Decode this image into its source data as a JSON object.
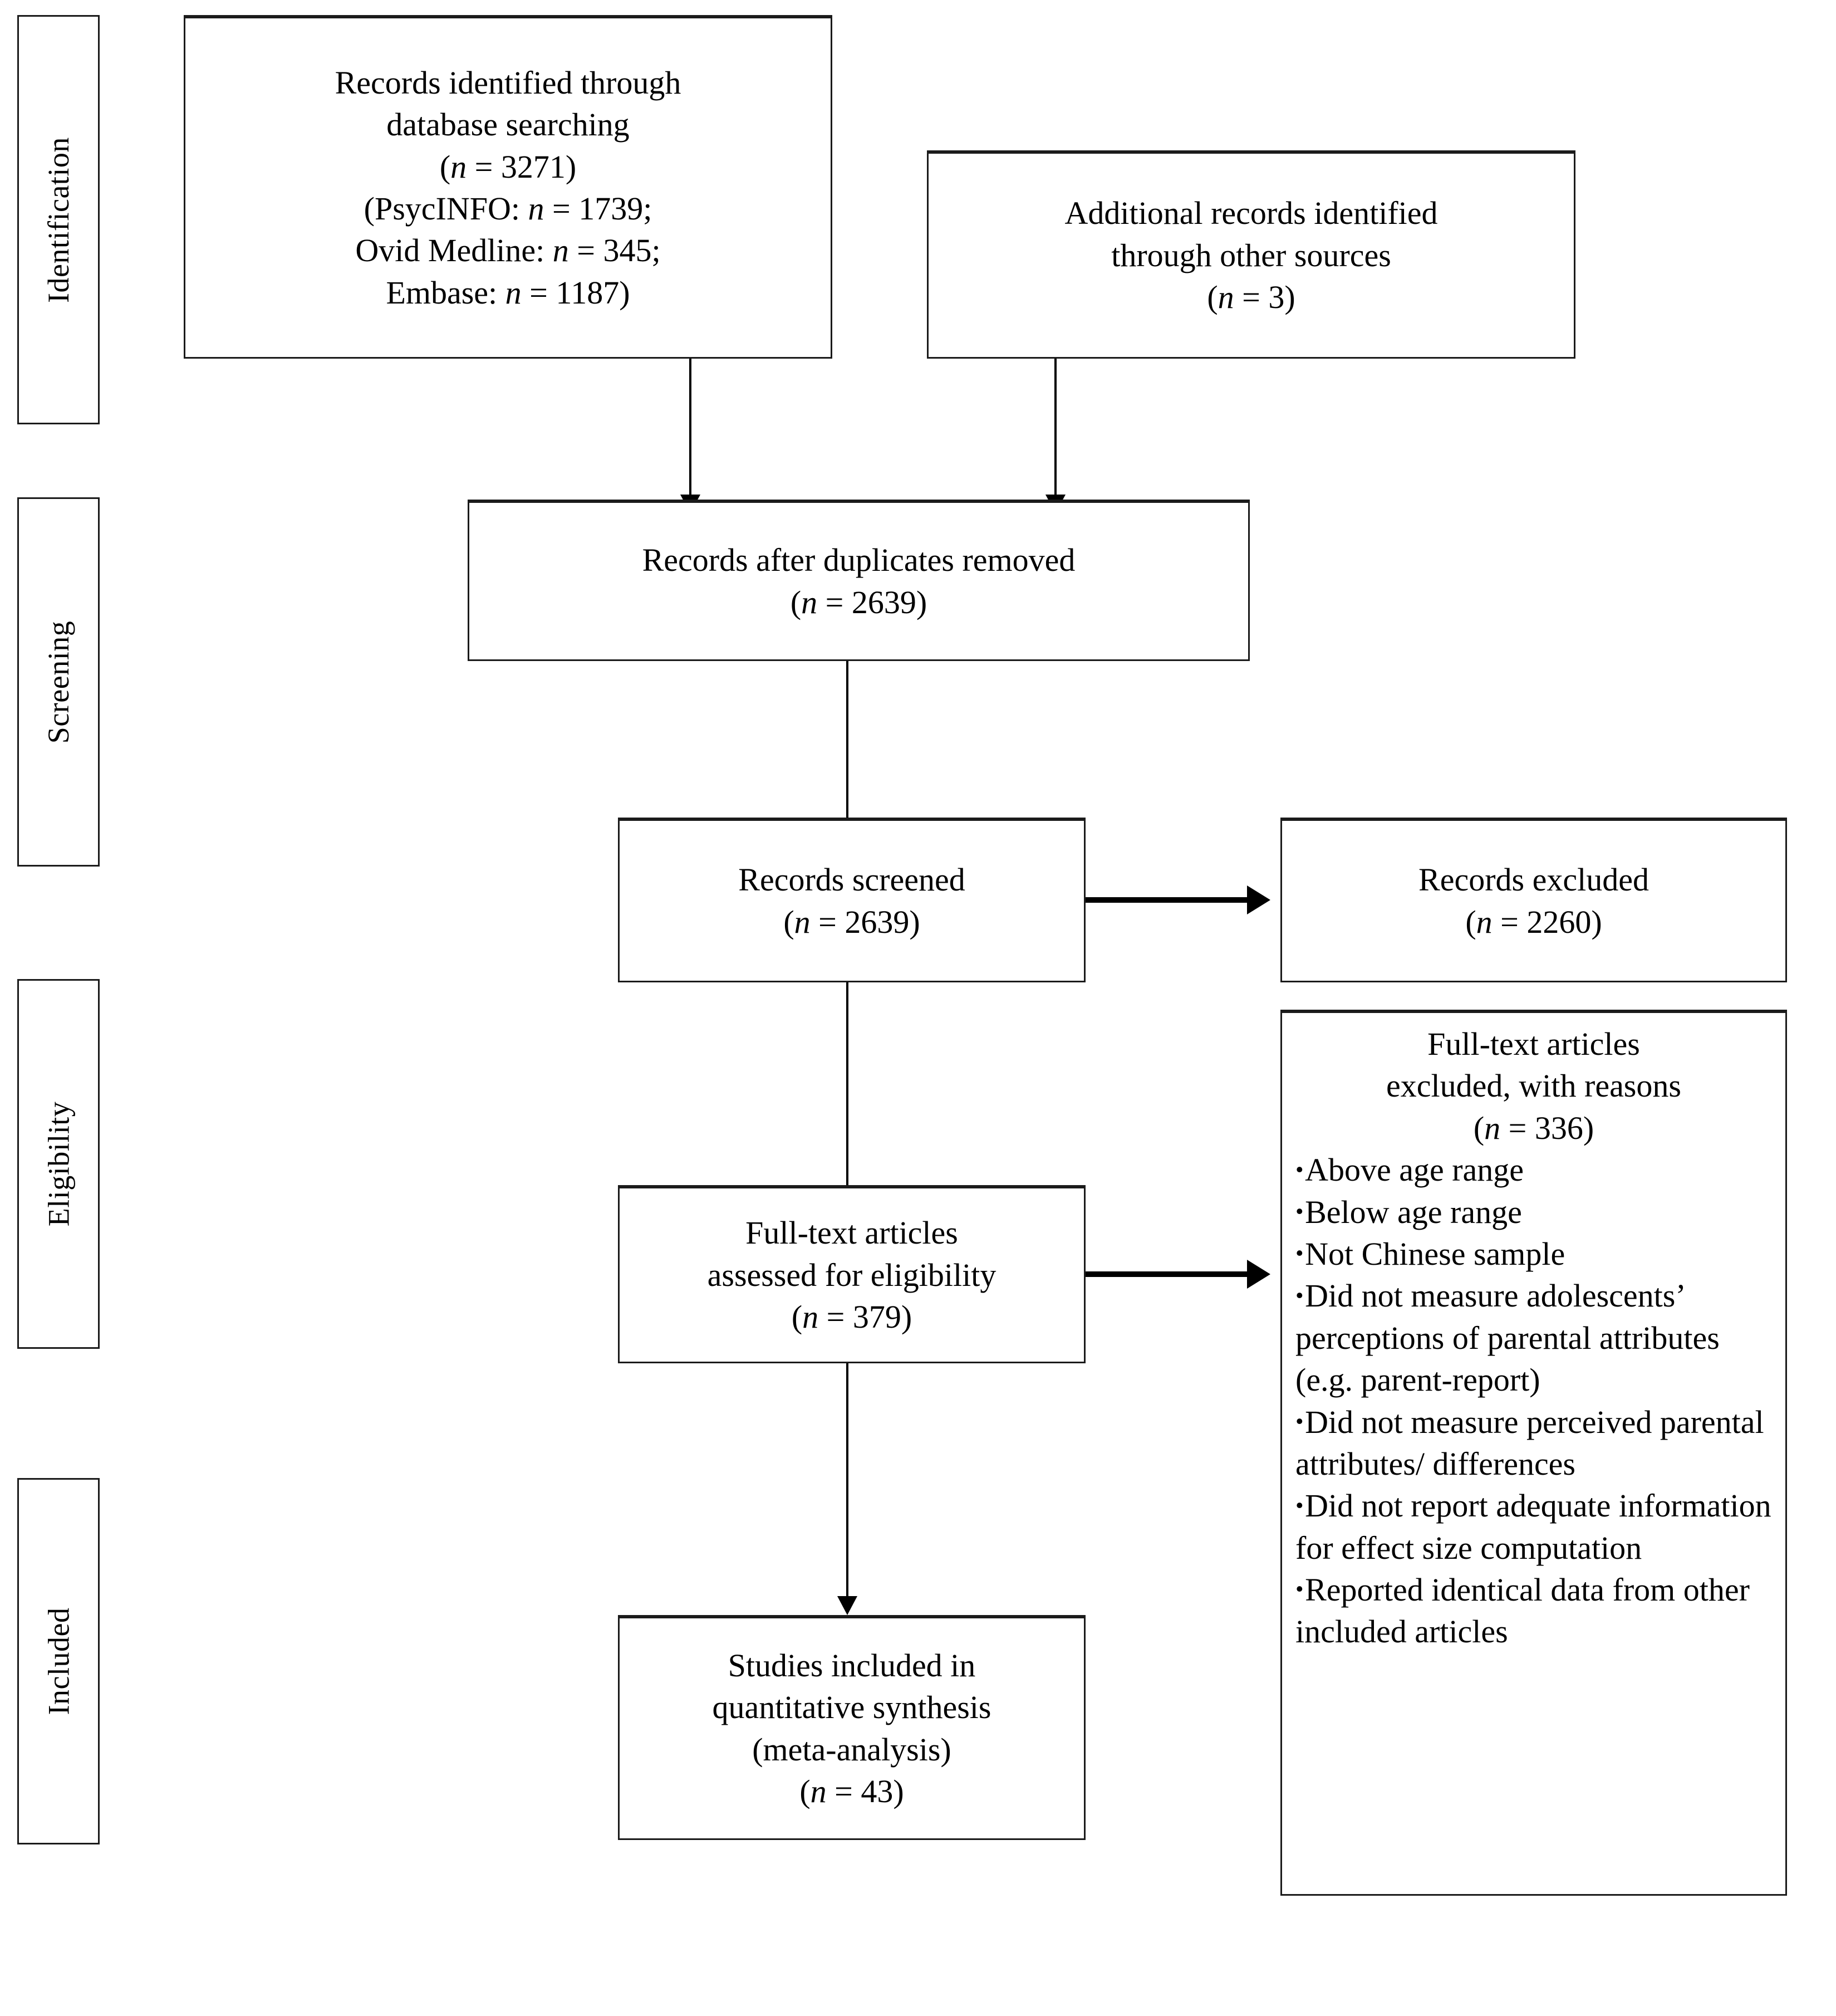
{
  "diagram": {
    "type": "prisma-flow-diagram",
    "stages": [
      {
        "id": "identification",
        "label": "Identification"
      },
      {
        "id": "screening",
        "label": "Screening"
      },
      {
        "id": "eligibility",
        "label": "Eligibility"
      },
      {
        "id": "included",
        "label": "Included"
      }
    ],
    "boxes": {
      "database_search": {
        "lines": [
          "Records identified through",
          "database searching"
        ],
        "count_label": "(n = 3271)",
        "breakdown": [
          "(PsycINFO: n = 1739;",
          "Ovid Medline: n = 345;",
          "Embase: n = 1187)"
        ]
      },
      "other_sources": {
        "lines": [
          "Additional records identified",
          "through other sources"
        ],
        "count_label": "(n = 3)"
      },
      "duplicates_removed": {
        "lines": [
          "Records after duplicates removed"
        ],
        "count_label": "(n = 2639)"
      },
      "records_screened": {
        "lines": [
          "Records screened"
        ],
        "count_label": "(n = 2639)"
      },
      "records_excluded": {
        "lines": [
          "Records excluded"
        ],
        "count_label": "(n = 2260)"
      },
      "fulltext_assessed": {
        "lines": [
          "Full-text articles",
          "assessed for eligibility"
        ],
        "count_label": "(n = 379)"
      },
      "fulltext_excluded": {
        "lines": [
          "Full-text articles",
          "excluded, with reasons"
        ],
        "count_label": "(n = 336)",
        "reasons": [
          "Above age range",
          "Below age range",
          "Not Chinese sample",
          "Did not measure adolescents’ perceptions of parental attributes (e.g. parent-report)",
          "Did not measure perceived parental attributes/ differences",
          "Did not report adequate information for effect size computation",
          "Reported identical data from other included articles"
        ]
      },
      "studies_included": {
        "lines": [
          "Studies included in",
          "quantitative synthesis",
          "(meta-analysis)"
        ],
        "count_label": "(n = 43)"
      }
    },
    "counts": {
      "database_search_total": 3271,
      "psycinfo": 1739,
      "ovid_medline": 345,
      "embase": 1187,
      "other_sources": 3,
      "after_duplicates": 2639,
      "screened": 2639,
      "excluded_at_screening": 2260,
      "fulltext_assessed": 379,
      "fulltext_excluded": 336,
      "included_in_meta_analysis": 43
    },
    "colors": {
      "border": "#1b1b1b",
      "line": "#000000",
      "background": "#ffffff",
      "text": "#000000"
    }
  }
}
